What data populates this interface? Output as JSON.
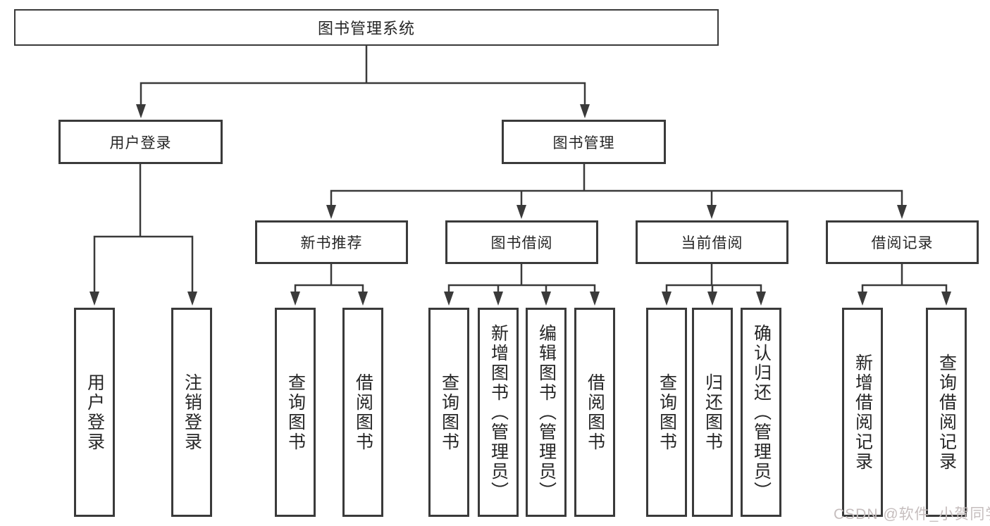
{
  "tree": {
    "root": {
      "label": "图书管理系统"
    },
    "branches": [
      {
        "label": "用户登录",
        "children": [
          {
            "label": "用户登录"
          },
          {
            "label": "注销登录"
          }
        ]
      },
      {
        "label": "图书管理",
        "children": [
          {
            "label": "新书推荐",
            "children": [
              {
                "label": "查询图书"
              },
              {
                "label": "借阅图书"
              }
            ]
          },
          {
            "label": "图书借阅",
            "children": [
              {
                "label": "查询图书"
              },
              {
                "label": "新增图书（管理员）"
              },
              {
                "label": "编辑图书（管理员）"
              },
              {
                "label": "借阅图书"
              }
            ]
          },
          {
            "label": "当前借阅",
            "children": [
              {
                "label": "查询图书"
              },
              {
                "label": "归还图书"
              },
              {
                "label": "确认归还（管理员）"
              }
            ]
          },
          {
            "label": "借阅记录",
            "children": [
              {
                "label": "新增借阅记录"
              },
              {
                "label": "查询借阅记录"
              }
            ]
          }
        ]
      }
    ]
  },
  "watermark": {
    "text": "CSDN @软件_小贺同学"
  },
  "colors": {
    "line": "#3a3a3a",
    "text": "#262626",
    "watermark": "#c6bebe",
    "background": "#ffffff"
  }
}
